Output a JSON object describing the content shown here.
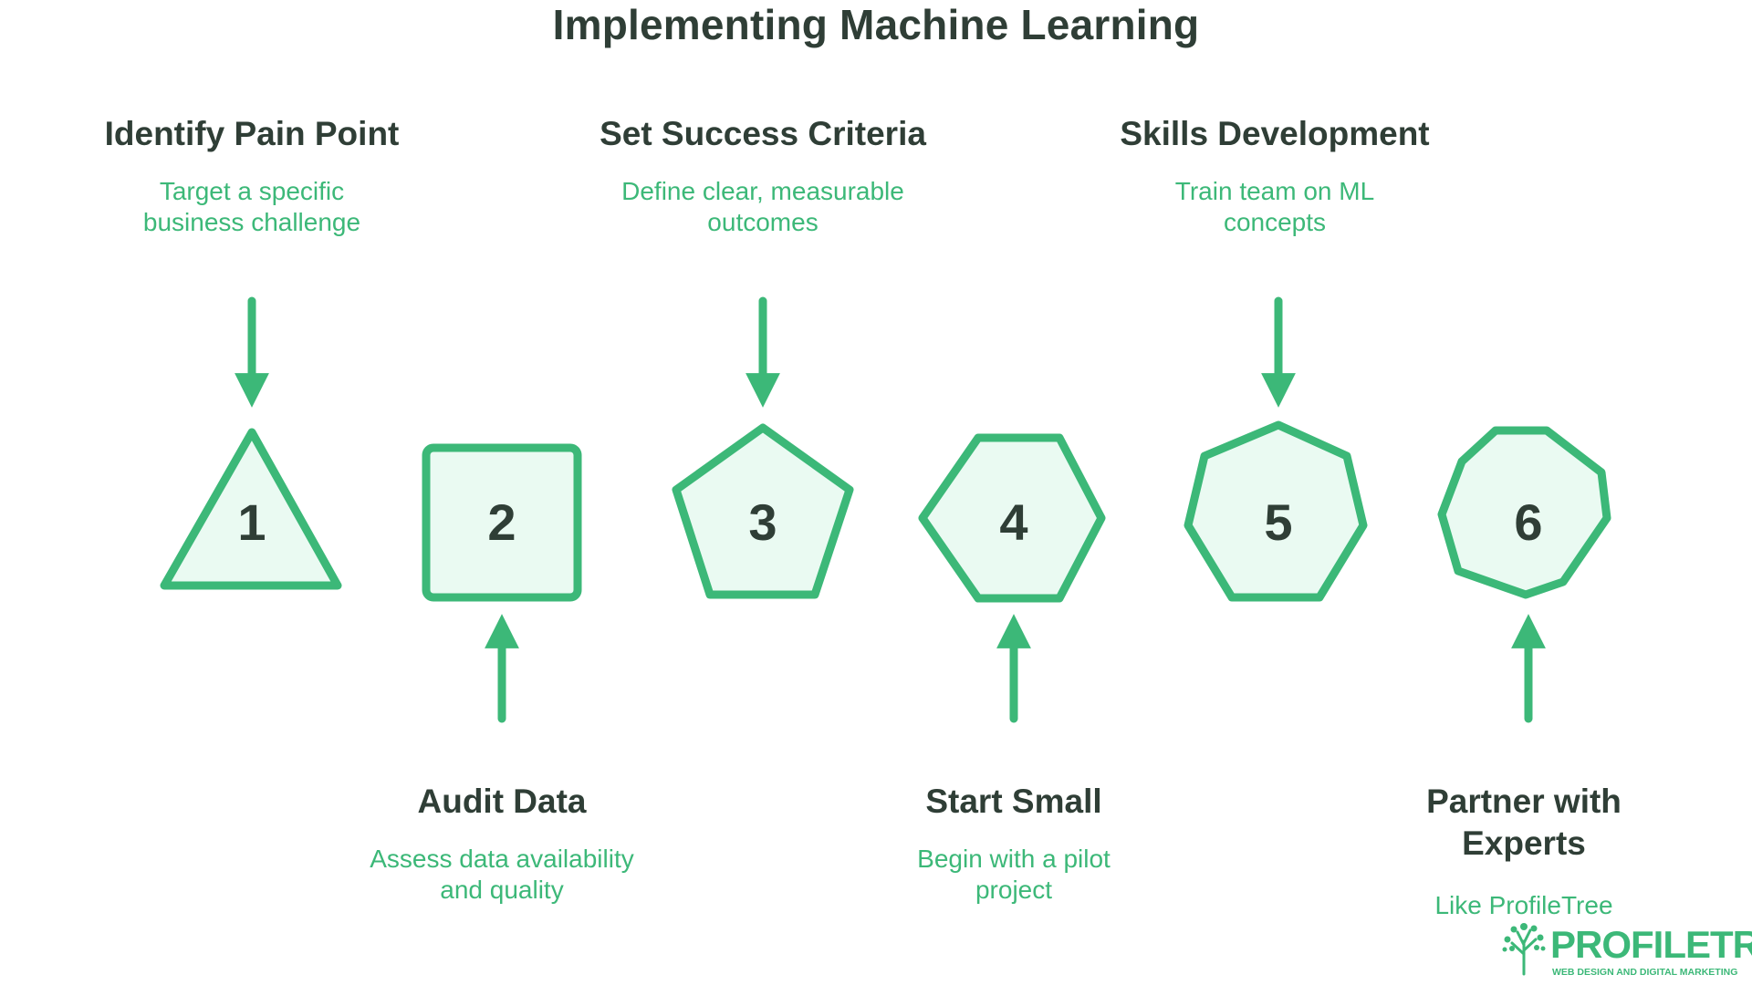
{
  "title": "Implementing Machine Learning",
  "steps": [
    {
      "number": "1",
      "shape": "triangle",
      "title": "Identify Pain Point",
      "desc_lines": [
        "Target a specific",
        "business challenge"
      ]
    },
    {
      "number": "2",
      "shape": "square",
      "title": "Audit Data",
      "desc_lines": [
        "Assess data availability",
        "and quality"
      ]
    },
    {
      "number": "3",
      "shape": "pentagon",
      "title": "Set Success Criteria",
      "desc_lines": [
        "Define clear, measurable",
        "outcomes"
      ]
    },
    {
      "number": "4",
      "shape": "hexagon",
      "title": "Start Small",
      "desc_lines": [
        "Begin with a pilot",
        "project"
      ]
    },
    {
      "number": "5",
      "shape": "heptagon",
      "title": "Skills Development",
      "desc_lines": [
        "Train team on ML",
        "concepts"
      ]
    },
    {
      "number": "6",
      "shape": "octagon",
      "title_lines": [
        "Partner with",
        "Experts"
      ],
      "desc_lines": [
        "Like ProfileTree"
      ]
    }
  ],
  "brand": {
    "name": "PROFILETREE",
    "tagline": "WEB DESIGN AND DIGITAL MARKETING"
  },
  "colors": {
    "accent": "#3cb878",
    "shape_fill": "#eafaf2",
    "heading": "#2f3e36"
  }
}
